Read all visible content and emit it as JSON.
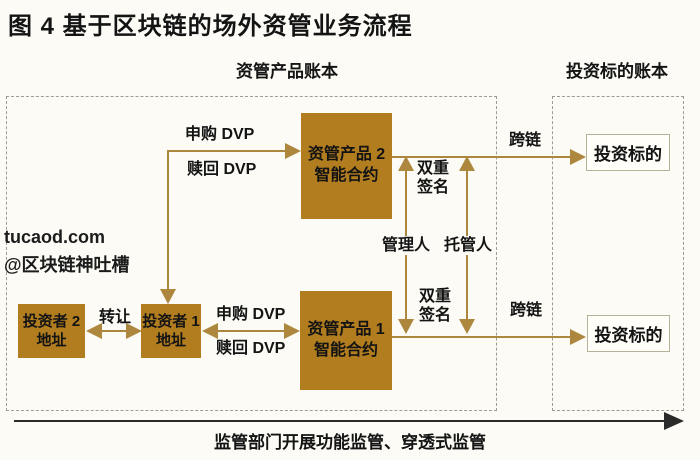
{
  "title": "图 4  基于区块链的场外资管业务流程",
  "ledger_headers": {
    "product_ledger": "资管产品账本",
    "target_ledger": "投资标的账本"
  },
  "nodes": {
    "product2": {
      "line1": "资管产品 2",
      "line2": "智能合约"
    },
    "product1": {
      "line1": "资管产品 1",
      "line2": "智能合约"
    },
    "investor2": {
      "line1": "投资者 2",
      "line2": "地址"
    },
    "investor1": {
      "line1": "投资者 1",
      "line2": "地址"
    },
    "target_top": {
      "label": "投资标的"
    },
    "target_bottom": {
      "label": "投资标的"
    }
  },
  "edge_labels": {
    "subscribe_dvp_top": "申购 DVP",
    "redeem_dvp_top": "赎回 DVP",
    "transfer": "转让",
    "subscribe_dvp_bottom": "申购 DVP",
    "redeem_dvp_bottom": "赎回 DVP",
    "dual_sign_top_line1": "双重",
    "dual_sign_top_line2": "签名",
    "dual_sign_bottom_line1": "双重",
    "dual_sign_bottom_line2": "签名",
    "manager": "管理人",
    "custodian": "托管人",
    "crosschain_top": "跨链",
    "crosschain_bottom": "跨链"
  },
  "watermark": {
    "line1": "tucaod.com",
    "line2": "@区块链神吐槽"
  },
  "footer": {
    "regulation": "监管部门开展功能监管、穿透式监管"
  },
  "colors": {
    "background": "#fcfbf5",
    "node_fill": "#b17d1f",
    "arrow": "#ad873d",
    "black_arrow": "#2a2a2a",
    "target_border": "#b9b29b"
  }
}
